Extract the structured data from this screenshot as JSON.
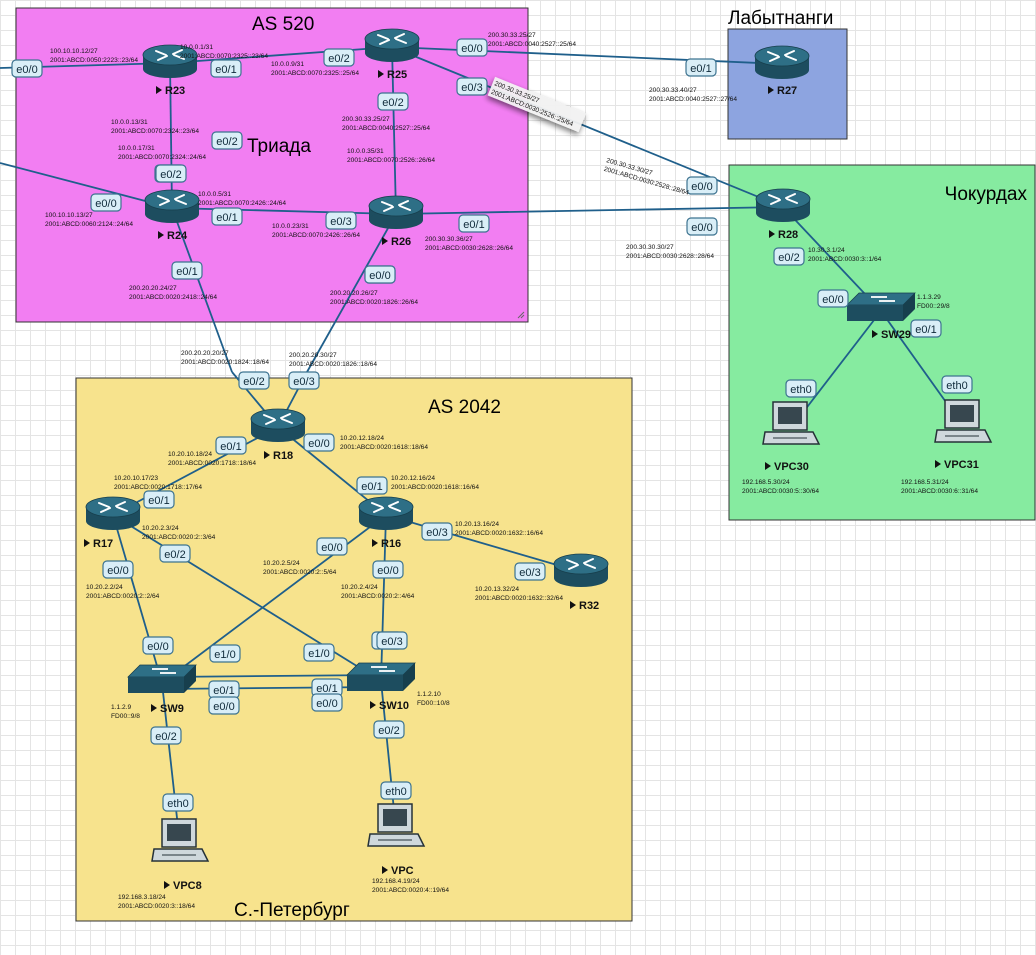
{
  "zones": [
    {
      "id": "as520",
      "title": "AS 520",
      "color": "#f27ef2"
    },
    {
      "id": "as2042",
      "title": "AS 2042",
      "color": "#f7e38d"
    },
    {
      "id": "labyt",
      "title": "Лабытнанги",
      "color": "#8da4e0"
    },
    {
      "id": "chok",
      "title": "Чокурдах",
      "color": "#86eba0"
    }
  ],
  "region_labels": [
    {
      "id": "triada",
      "text": "Триада"
    },
    {
      "id": "spb",
      "text": "С.-Петербург"
    }
  ],
  "devices": [
    {
      "id": "R23",
      "type": "router",
      "label": "R23"
    },
    {
      "id": "R25",
      "type": "router",
      "label": "R25"
    },
    {
      "id": "R24",
      "type": "router",
      "label": "R24"
    },
    {
      "id": "R26",
      "type": "router",
      "label": "R26"
    },
    {
      "id": "R27",
      "type": "router",
      "label": "R27"
    },
    {
      "id": "R28",
      "type": "router",
      "label": "R28"
    },
    {
      "id": "SW29",
      "type": "switch",
      "label": "SW29"
    },
    {
      "id": "VPC30",
      "type": "pc",
      "label": "VPC30"
    },
    {
      "id": "VPC31",
      "type": "pc",
      "label": "VPC31"
    },
    {
      "id": "R18",
      "type": "router",
      "label": "R18"
    },
    {
      "id": "R17",
      "type": "router",
      "label": "R17"
    },
    {
      "id": "R16",
      "type": "router",
      "label": "R16"
    },
    {
      "id": "R32",
      "type": "router",
      "label": "R32"
    },
    {
      "id": "SW9",
      "type": "switch",
      "label": "SW9"
    },
    {
      "id": "SW10",
      "type": "switch",
      "label": "SW10"
    },
    {
      "id": "VPC8",
      "type": "pc",
      "label": "VPC8"
    },
    {
      "id": "VPC",
      "type": "pc",
      "label": "VPC"
    }
  ],
  "ports": [
    "e0/0",
    "e0/1",
    "e0/2",
    "e0/0",
    "e0/1",
    "e0/3",
    "e0/2",
    "e0/0",
    "e0/2",
    "e0/1",
    "e0/3",
    "e0/2",
    "e0/0",
    "e0/1",
    "e0/3",
    "e0/0",
    "e0/1",
    "e0/0",
    "e0/2",
    "e0/2",
    "e0/0",
    "e0/1",
    "eth0",
    "eth0",
    "e0/2",
    "e0/3",
    "e0/1",
    "e0/0",
    "e0/1",
    "e0/2",
    "e0/1",
    "e0/0",
    "e0/3",
    "e0/0",
    "e0/2",
    "e0/0",
    "e0/0",
    "e0/3",
    "e0/3",
    "e1/0",
    "e1/0",
    "e0/1",
    "e0/0",
    "e0/1",
    "e0/0",
    "e0/2",
    "e0/2",
    "eth0",
    "eth0"
  ],
  "addresses": [
    [
      "100.10.10.12/27",
      "2001:ABCD:0050:2223::23/64"
    ],
    [
      "10.0.0.1/31",
      "2001:ABCD:0070:2325::23/64"
    ],
    [
      "10.0.0.9/31",
      "2001:ABCD:0070:2325::25/64"
    ],
    [
      "200.30.33.25/27",
      "2001:ABCD:0040:2527::25/64"
    ],
    [
      "200.30.33.40/27",
      "2001:ABCD:0040:2527::27/64"
    ],
    [
      "10.0.0.13/31",
      "2001:ABCD:0070:2324::23/64"
    ],
    [
      "10.0.0.17/31",
      "2001:ABCD:0070:2324::24/64"
    ],
    [
      "200.30.33.25/27",
      "2001:ABCD:0040:2527::25/64"
    ],
    [
      "10.0.0.35/31",
      "2001:ABCD:0070:2526::26/64"
    ],
    [
      "200.30.33.25/27",
      "2001:ABCD:0030:2526::25/64"
    ],
    [
      "200.30.33.30/27",
      "2001:ABCD:0030:2528::28/64"
    ],
    [
      "10.0.0.5/31",
      "2001:ABCD:0070:2426::24/64"
    ],
    [
      "100.10.10.13/27",
      "2001:ABCD:0060:2124::24/64"
    ],
    [
      "10.0.0.23/31",
      "2001:ABCD:0070:2426::26/64"
    ],
    [
      "200.30.30.36/27",
      "2001:ABCD:0030:2628::26/64"
    ],
    [
      "200.30.30.30/27",
      "2001:ABCD:0030:2628::28/64"
    ],
    [
      "10.30.3.1/24",
      "2001:ABCD:0030:3::1/64"
    ],
    [
      "1.1.3.29",
      "FD00::29/8"
    ],
    [
      "200.20.20.24/27",
      "2001:ABCD:0020:2418::24/64"
    ],
    [
      "200.20.20.26/27",
      "2001:ABCD:0020:1826::26/64"
    ],
    [
      "200.20.20.20/27",
      "2001:ABCD:0020:1824::18/64"
    ],
    [
      "200.20.20.30/27",
      "2001:ABCD:0020:1826::18/64"
    ],
    [
      "192.168.5.30/24",
      "2001:ABCD:0030:5::30/64"
    ],
    [
      "192.168.5.31/24",
      "2001:ABCD:0030:6::31/64"
    ],
    [
      "10.20.10.18/24",
      "2001:ABCD:0020:1718::18/64"
    ],
    [
      "10.20.12.18/24",
      "2001:ABCD:0020:1618::18/64"
    ],
    [
      "10.20.10.17/23",
      "2001:ABCD:0020:1718::17/64"
    ],
    [
      "10.20.12.16/24",
      "2001:ABCD:0020:1618::16/64"
    ],
    [
      "10.20.2.3/24",
      "2001:ABCD:0020:2::3/64"
    ],
    [
      "10.20.13.16/24",
      "2001:ABCD:0020:1632::16/64"
    ],
    [
      "10.20.2.5/24",
      "2001:ABCD:0020:2::5/64"
    ],
    [
      "10.20.2.2/24",
      "2001:ABCD:0020:2::2/64"
    ],
    [
      "10.20.2.4/24",
      "2001:ABCD:0020:2::4/64"
    ],
    [
      "10.20.13.32/24",
      "2001:ABCD:0020:1632::32/64"
    ],
    [
      "1.1.2.9",
      "FD00::9/8"
    ],
    [
      "1.1.2.10",
      "FD00::10/8"
    ],
    [
      "192.168.3.18/24",
      "2001:ABCD:0020:3::18/64"
    ],
    [
      "192.168.4.19/24",
      "2001:ABCD:0020:4::19/64"
    ]
  ],
  "colors": {
    "link": "#1f5f8b",
    "device_fill": "#2e6f86",
    "device_dark": "#1d4d5f",
    "port_fill": "#d9eef7",
    "port_stroke": "#3d7390"
  }
}
